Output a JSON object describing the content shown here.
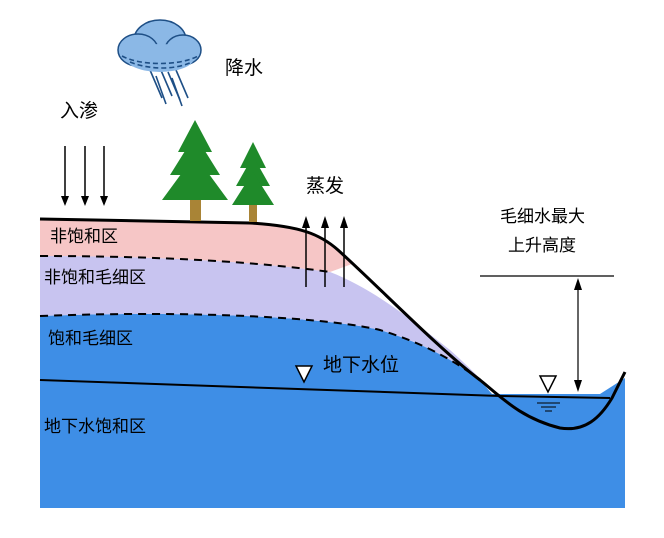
{
  "labels": {
    "precipitation": "降水",
    "infiltration": "入渗",
    "evaporation": "蒸发",
    "unsaturated_zone": "非饱和区",
    "unsaturated_capillary_zone": "非饱和毛细区",
    "saturated_capillary_zone": "饱和毛细区",
    "water_table": "地下水位",
    "groundwater_saturated_zone": "地下水饱和区",
    "max_capillary_rise_line1": "毛细水最大",
    "max_capillary_rise_line2": "上升高度"
  },
  "colors": {
    "unsaturated_zone": "#f6c6c6",
    "unsaturated_capillary_zone": "#c8c4f0",
    "saturated_zone": "#3e8ee6",
    "tree": "#1f8a2a",
    "trunk": "#a98436",
    "cloud": "#8bb8e6",
    "rain": "#1e4f86"
  }
}
